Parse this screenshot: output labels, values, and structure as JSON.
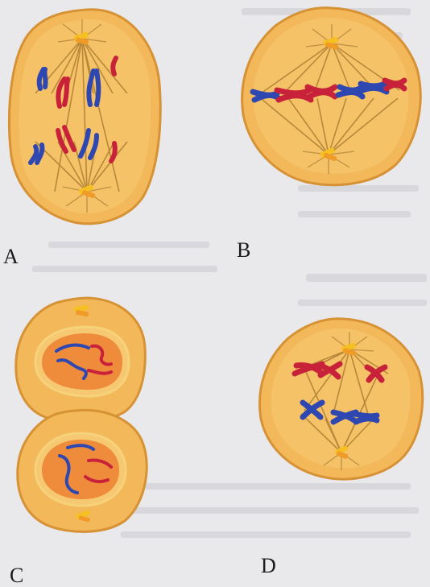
{
  "labels": {
    "a": "A",
    "b": "B",
    "c": "C",
    "d": "D"
  },
  "colors": {
    "cell_fill": "#f2b85a",
    "cell_edge": "#d69235",
    "nucleus": "#ef8c3c",
    "maternal_chromosome": "#c8223a",
    "paternal_chromosome": "#2f47b0",
    "centrosome": "#f5c020",
    "spindle": "#a87a2e"
  }
}
